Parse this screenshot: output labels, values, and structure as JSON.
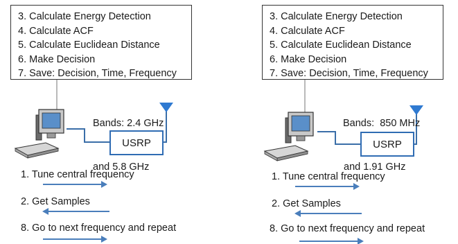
{
  "panels": [
    {
      "steps": [
        "3. Calculate Energy Detection",
        "4. Calculate ACF",
        "5. Calculate Euclidean Distance",
        "6. Make Decision",
        "7. Save: Decision, Time, Frequency"
      ],
      "bands_line1": "Bands: 2.4 GHz",
      "bands_line2": "and 5.8 GHz",
      "usrp_label": "USRP",
      "step1": "1. Tune central frequency",
      "step2": "2. Get Samples",
      "step8": "8. Go to next frequency and repeat"
    },
    {
      "steps": [
        "3. Calculate Energy Detection",
        "4. Calculate ACF",
        "5. Calculate Euclidean Distance",
        "6. Make Decision",
        "7. Save: Decision, Time, Frequency"
      ],
      "bands_line1": "Bands:  850 MHz",
      "bands_line2": "and 1.91 GHz",
      "usrp_label": "USRP",
      "step1": "1. Tune central frequency",
      "step2": "2. Get Samples",
      "step8": "8. Go to next frequency and repeat"
    }
  ],
  "colors": {
    "usrp_border": "#2f6cb3",
    "antenna": "#2f7ad1",
    "arrow": "#4a7ebb",
    "connector": "#3a6ea8"
  },
  "icons": [
    "computer-icon",
    "antenna-icon"
  ]
}
